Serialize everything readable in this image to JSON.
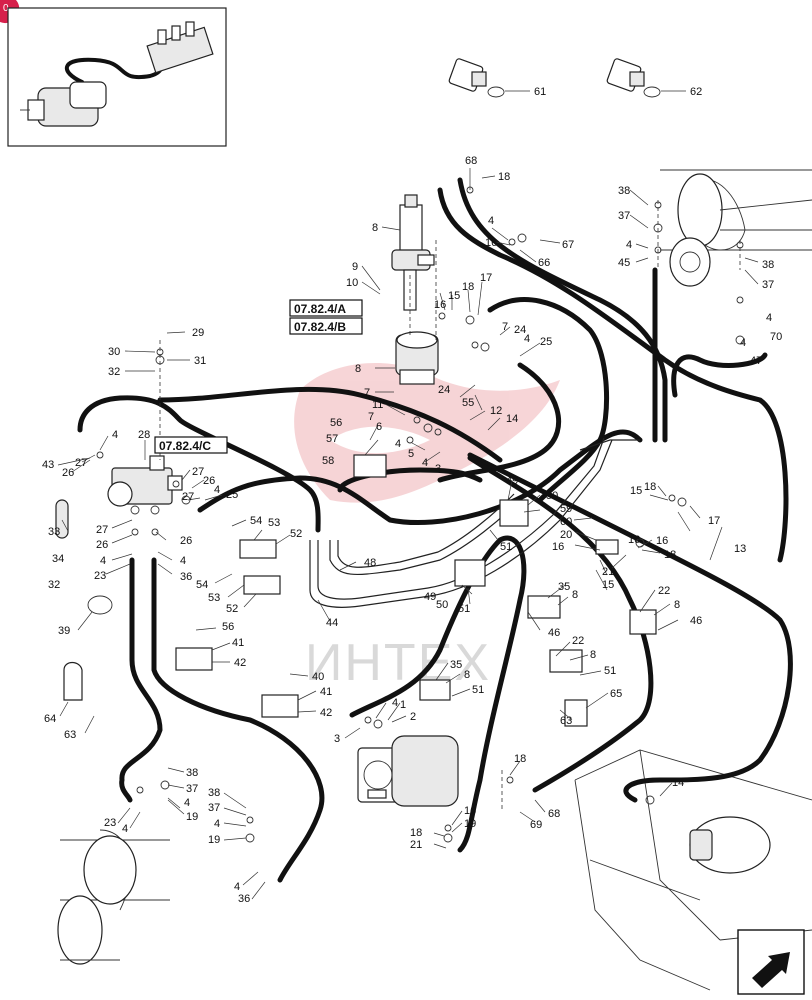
{
  "diagram": {
    "corner_marker": "0",
    "watermark": "ИНТЕХ",
    "references": [
      "07.82.4/A",
      "07.82.4/B",
      "07.82.4/C"
    ],
    "callouts": {
      "c61": "61",
      "c62": "62",
      "c68a": "68",
      "c18a": "18",
      "c8a": "8",
      "c4a": "4",
      "c16a": "16",
      "c67": "67",
      "c66": "66",
      "c38a": "38",
      "c37a": "37",
      "c4b": "4",
      "c45": "45",
      "c38b": "38",
      "c37b": "37",
      "c9": "9",
      "c10": "10",
      "c16b": "16",
      "c15a": "15",
      "c18b": "18",
      "c17a": "17",
      "c29": "29",
      "c30": "30",
      "c31": "31",
      "c32a": "32",
      "c7a": "7",
      "c24a": "24",
      "c4c": "4",
      "c25a": "25",
      "c8b": "8",
      "c4d": "4",
      "c70": "70",
      "c4e": "4",
      "c47": "47",
      "c7b": "7",
      "c24b": "24",
      "c11": "11",
      "c55": "55",
      "c7c": "7",
      "c12": "12",
      "c6": "6",
      "c14a": "14",
      "c56a": "56",
      "c57": "57",
      "c4f": "4",
      "c5": "5",
      "c58": "58",
      "c4g": "4",
      "c3a": "3",
      "c28": "28",
      "c4h": "4",
      "c43": "43",
      "c26a": "26",
      "c27a": "27",
      "c27b": "27",
      "c26b": "26",
      "c4i": "4",
      "c27c": "27",
      "c25b": "25",
      "c49a": "49",
      "c50a": "50",
      "c59": "59",
      "c60": "60",
      "c20": "20",
      "c16c": "16",
      "c15b": "15",
      "c18c": "18",
      "c17b": "17",
      "c33": "33",
      "c27d": "27",
      "c26c": "26",
      "c4j": "4",
      "c23a": "23",
      "c34": "34",
      "c32b": "32",
      "c54a": "54",
      "c53a": "53",
      "c52a": "52",
      "c26d": "26",
      "c4k": "4",
      "c36a": "36",
      "c54b": "54",
      "c53b": "53",
      "c52b": "52",
      "c48": "48",
      "c51a": "51",
      "c16d": "16",
      "c21a": "21",
      "c15c": "15",
      "c16e": "16",
      "c18d": "18",
      "c13": "13",
      "c35a": "35",
      "c8c": "8",
      "c22a": "22",
      "c8d": "8",
      "c46a": "46",
      "c46b": "46",
      "c49b": "49",
      "c50b": "50",
      "c51b": "51",
      "c44": "44",
      "c39": "39",
      "c56b": "56",
      "c41a": "41",
      "c42a": "42",
      "c22b": "22",
      "c8e": "8",
      "c51c": "51",
      "c35b": "35",
      "c8f": "8",
      "c51d": "51",
      "c40": "40",
      "c41b": "41",
      "c42b": "42",
      "c65": "65",
      "c63a": "63",
      "c64": "64",
      "c63b": "63",
      "c4l": "4",
      "c1": "1",
      "c2": "2",
      "c3b": "3",
      "c38c": "38",
      "c37c": "37",
      "c4m": "4",
      "c19a": "19",
      "c38d": "38",
      "c37d": "37",
      "c4n": "4",
      "c19b": "19",
      "c23b": "23",
      "c4o": "4",
      "c18e": "18",
      "c14b": "14",
      "c16f": "16",
      "c19c": "19",
      "c69": "69",
      "c68b": "68",
      "c18f": "18",
      "c21b": "21",
      "c4p": "4",
      "c36b": "36"
    }
  }
}
